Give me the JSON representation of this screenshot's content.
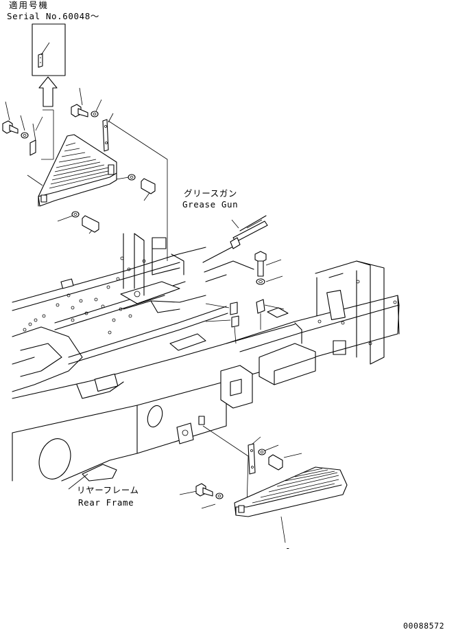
{
  "header": {
    "applicable_model_label": "適用号機",
    "serial_label": "Serial No.60048～"
  },
  "callouts": {
    "grease_gun_jp": "グリースガン",
    "grease_gun_en": "Grease Gun",
    "rear_frame_jp": "リヤーフレーム",
    "rear_frame_en": "Rear Frame"
  },
  "footer": {
    "drawing_number": "00088572",
    "dash_mark": "-"
  },
  "icons": [
    "up-arrow-icon",
    "step-plate-icon",
    "bolt-icon",
    "washer-icon"
  ]
}
